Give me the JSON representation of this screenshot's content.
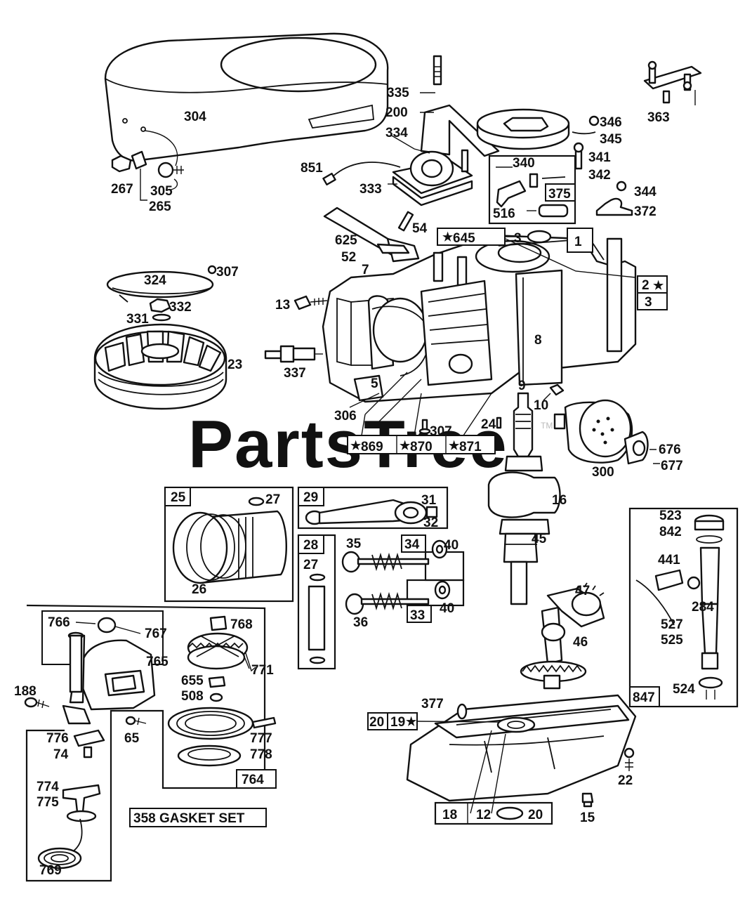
{
  "watermark": {
    "text": "PartsTree",
    "tm": "TM"
  },
  "set_labels": {
    "gasket_set": "358 GASKET SET"
  },
  "callouts": {
    "c304": "304",
    "c305": "305",
    "c267": "267",
    "c265": "265",
    "c335": "335",
    "c200": "200",
    "c334": "334",
    "c851": "851",
    "c333": "333",
    "c346": "346",
    "c345": "345",
    "c363": "363",
    "c340": "340",
    "c341": "341",
    "c342": "342",
    "c375": "375",
    "c344": "344",
    "c372": "372",
    "c516": "516",
    "c54": "54",
    "c625": "625",
    "c645": "645",
    "c3a": "3",
    "c1": "1",
    "c52": "52",
    "c7": "7",
    "c2": "2",
    "c3b": "3",
    "c13": "13",
    "c324": "324",
    "c307a": "307",
    "c332": "332",
    "c331": "331",
    "c23": "23",
    "c337": "337",
    "c8": "8",
    "c5": "5",
    "c9": "9",
    "c10": "10",
    "c306": "306",
    "c307b": "307",
    "c24": "24",
    "c869": "869",
    "c870": "870",
    "c871": "871",
    "c676": "676",
    "c677": "677",
    "c300": "300",
    "c16": "16",
    "c25": "25",
    "c27a": "27",
    "c26": "26",
    "c29": "29",
    "c31": "31",
    "c32": "32",
    "c45": "45",
    "c523": "523",
    "c842": "842",
    "c441": "441",
    "c284": "284",
    "c527": "527",
    "c525": "525",
    "c847": "847",
    "c524": "524",
    "c28": "28",
    "c27b": "27",
    "c35": "35",
    "c34": "34",
    "c40a": "40",
    "c40b": "40",
    "c36": "36",
    "c33": "33",
    "c47": "47",
    "c46": "46",
    "c766": "766",
    "c767": "767",
    "c768": "768",
    "c765": "765",
    "c771": "771",
    "c655": "655",
    "c508": "508",
    "c188": "188",
    "c65": "65",
    "c776": "776",
    "c74": "74",
    "c777": "777",
    "c778": "778",
    "c764": "764",
    "c774": "774",
    "c775": "775",
    "c769": "769",
    "c377": "377",
    "c20a": "20",
    "c19": "19",
    "c22": "22",
    "c18": "18",
    "c12": "12",
    "c20b": "20",
    "c15": "15"
  }
}
